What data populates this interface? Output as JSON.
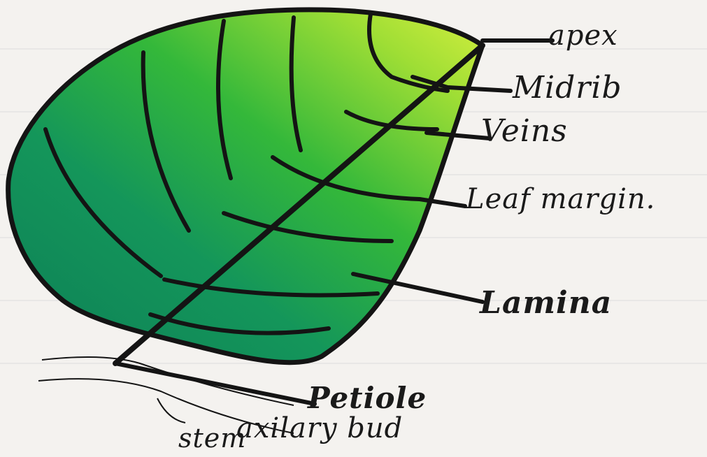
{
  "diagram": {
    "labels": {
      "apex": "apex",
      "midrib": "Midrib",
      "veins": "Veins",
      "leaf_margin": "Leaf margin.",
      "lamina": "Lamina",
      "petiole": "Petiole",
      "axillary_bud": "axilary bud",
      "stem": "stem"
    }
  },
  "colors": {
    "leaf_dark": "#0f8a5c",
    "leaf_mid": "#27b23c",
    "leaf_light": "#c8ec3a",
    "outline": "#141414",
    "paper": "#f4f2ef"
  }
}
